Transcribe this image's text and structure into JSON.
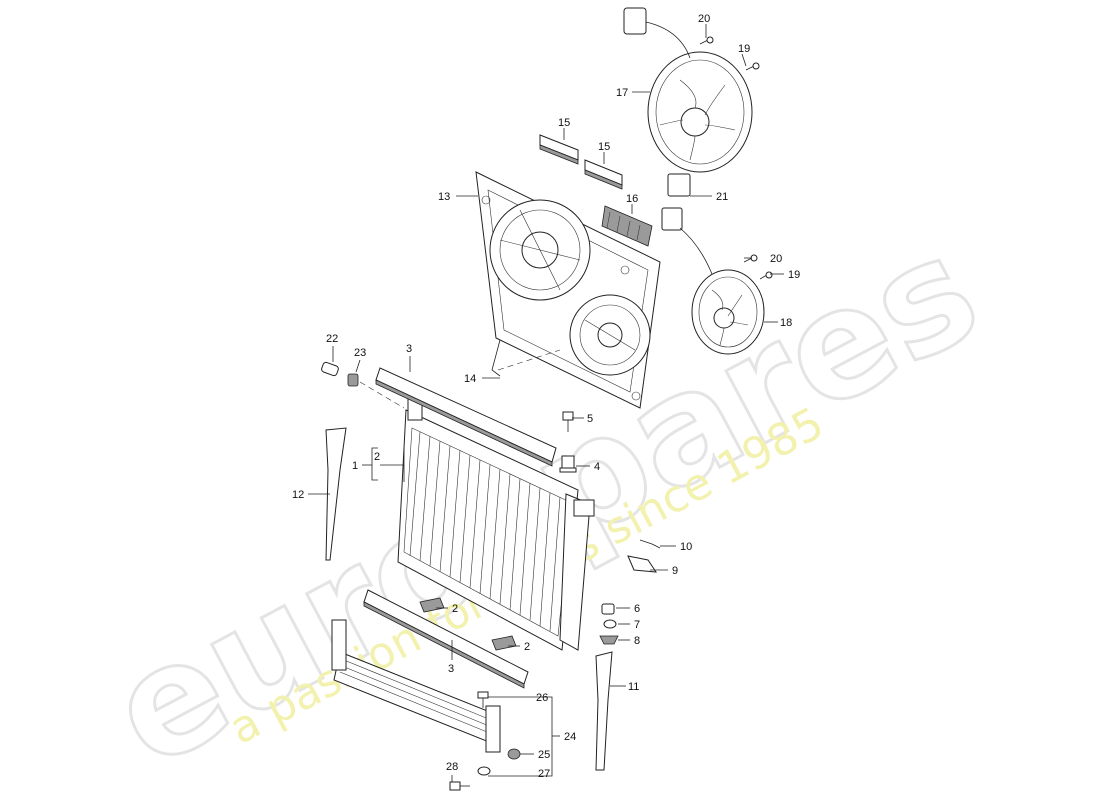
{
  "watermark": {
    "brand": "eurospares",
    "tagline": "a passion for parts since 1985"
  },
  "callouts": {
    "c1": "1",
    "c2a": "2",
    "c2b": "2",
    "c2c": "2",
    "c3a": "3",
    "c3b": "3",
    "c4": "4",
    "c5": "5",
    "c6": "6",
    "c7": "7",
    "c8": "8",
    "c9": "9",
    "c10": "10",
    "c11": "11",
    "c12": "12",
    "c13": "13",
    "c14": "14",
    "c15a": "15",
    "c15b": "15",
    "c16": "16",
    "c17": "17",
    "c18": "18",
    "c19a": "19",
    "c19b": "19",
    "c20a": "20",
    "c20b": "20",
    "c21": "21",
    "c22": "22",
    "c23": "23",
    "c24": "24",
    "c25": "25",
    "c26": "26",
    "c27": "27",
    "c28": "28"
  }
}
